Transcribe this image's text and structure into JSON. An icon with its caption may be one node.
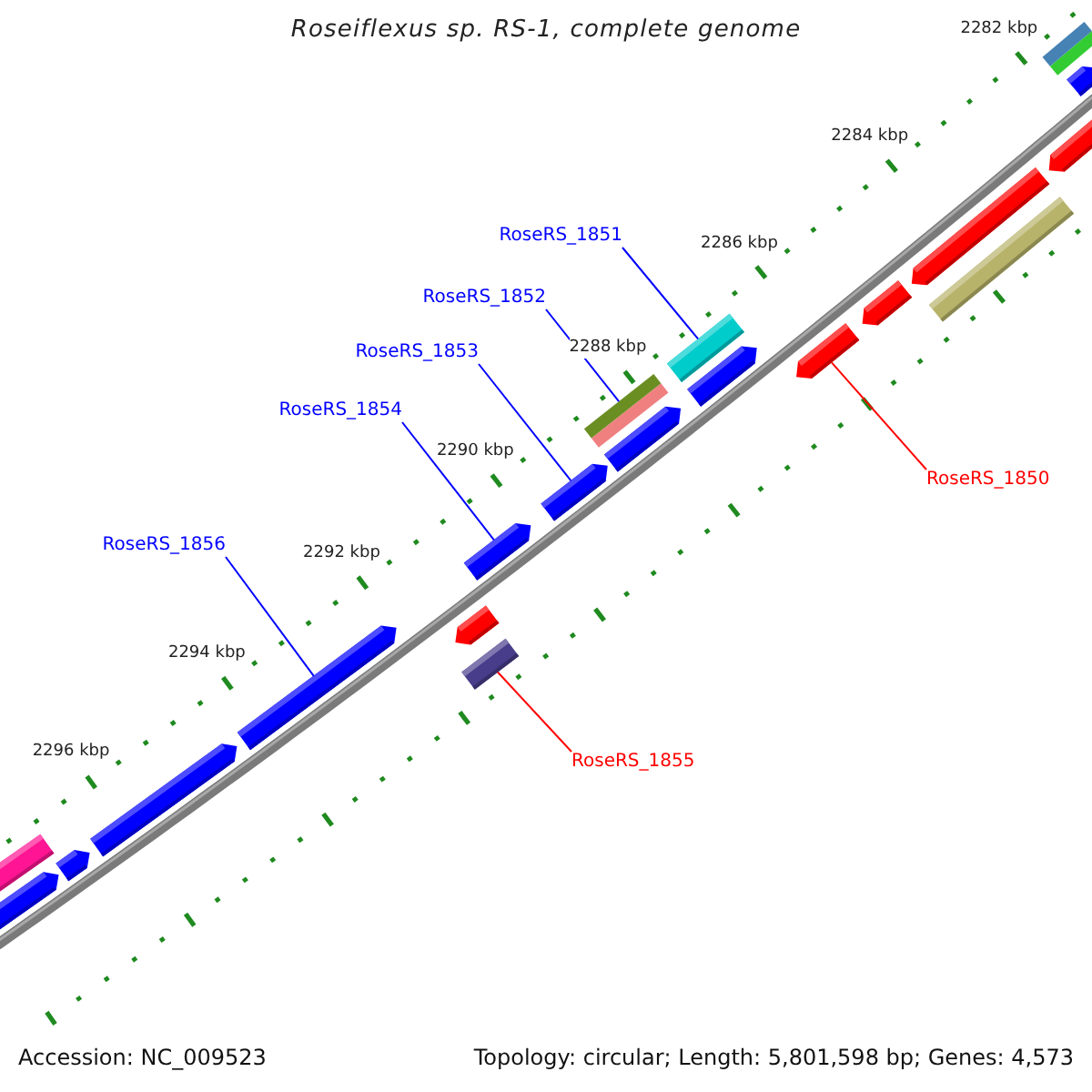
{
  "diagram": {
    "title": "Roseiflexus sp. RS-1, complete genome",
    "nodes": [
      {
        "text": [
          "RoseRS_1851"
        ]
      },
      {
        "text": [],
        "shape": "bar"
      },
      {
        "text": [
          "RoseRS_1852"
        ]
      },
      {
        "text": [],
        "shape": "bar"
      },
      {
        "text": [
          "RoseRS_1853"
        ]
      },
      {
        "text": [],
        "shape": "pentagon"
      },
      {
        "text": [
          "RoseRS_1854"
        ]
      },
      {
        "text": [],
        "shape": "pentagon"
      },
      {
        "text": [
          "RoseRS_1850"
        ]
      },
      {
        "text": [],
        "shape": "pentagon"
      },
      {
        "text": [
          "RoseRS_1856"
        ]
      },
      {
        "text": [],
        "shape": "pentagon"
      },
      {
        "text": [
          "RoseRS_1855"
        ]
      },
      {
        "text": [],
        "shape": "bar"
      },
      {
        "text": [],
        "shape": "pentagon"
      },
      {
        "text": [],
        "shape": "pentagon"
      },
      {
        "text": [],
        "shape": "pentagon"
      },
      {
        "text": [],
        "shape": "pentagon"
      },
      {
        "text": [],
        "shape": "pentagon"
      },
      {
        "text": [],
        "shape": "pentagon"
      },
      {
        "text": [],
        "shape": "bar"
      },
      {
        "text": [],
        "shape": "bar"
      },
      {
        "text": [],
        "shape": "pentagon"
      },
      {
        "text": [],
        "shape": "pentagon"
      },
      {
        "text": [],
        "shape": "pentagon"
      },
      {
        "text": [],
        "shape": "pentagon"
      },
      {
        "text": [],
        "shape": "bar"
      }
    ],
    "edges": [
      {
        "from": 0,
        "to": 1,
        "arrow": "none"
      },
      {
        "from": 2,
        "to": 3,
        "arrow": "none"
      },
      {
        "from": 4,
        "to": 5,
        "arrow": "none"
      },
      {
        "from": 6,
        "to": 7,
        "arrow": "none"
      },
      {
        "from": 8,
        "to": 9,
        "arrow": "none",
        "color": "#ff0000"
      },
      {
        "from": 10,
        "to": 11,
        "arrow": "none"
      },
      {
        "from": 12,
        "to": 13,
        "arrow": "none",
        "color": "#ff0000"
      }
    ],
    "labels": [
      "2282 kbp",
      "2284 kbp",
      "2286 kbp",
      "2288 kbp",
      "2290 kbp",
      "2292 kbp",
      "2294 kbp",
      "2296 kbp",
      "Accession: NC_009523",
      "Topology: circular; Length: 5,801,598 bp; Genes: 4,573"
    ]
  }
}
